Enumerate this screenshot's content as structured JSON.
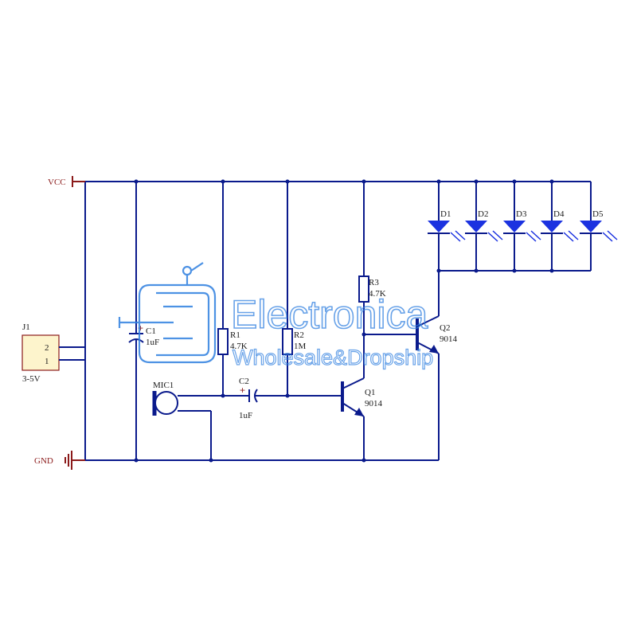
{
  "labels": {
    "vcc": "VCC",
    "gnd": "GND",
    "j1_ref": "J1",
    "j1_pin2": "2",
    "j1_pin1": "1",
    "j1_value": "3-5V",
    "c1_ref": "C1",
    "c1_value": "1uF",
    "r1_ref": "R1",
    "r1_value": "4.7K",
    "r2_ref": "R2",
    "r2_value": "1M",
    "r3_ref": "R3",
    "r3_value": "4.7K",
    "c2_ref": "C2",
    "c2_value": "1uF",
    "mic_ref": "MIC1",
    "q1_ref": "Q1",
    "q1_value": "9014",
    "q2_ref": "Q2",
    "q2_value": "9014",
    "d1": "D1",
    "d2": "D2",
    "d3": "D3",
    "d4": "D4",
    "d5": "D5"
  },
  "watermark": {
    "title": "Electronica",
    "subtitle": "Wholesale&Dropship"
  },
  "colors": {
    "wire": "#0a1a8c",
    "power_symbol": "#8b1a1a",
    "led": "#1b32e0",
    "connector_fill": "#fdf4cc",
    "watermark": "#2f7fe0"
  }
}
